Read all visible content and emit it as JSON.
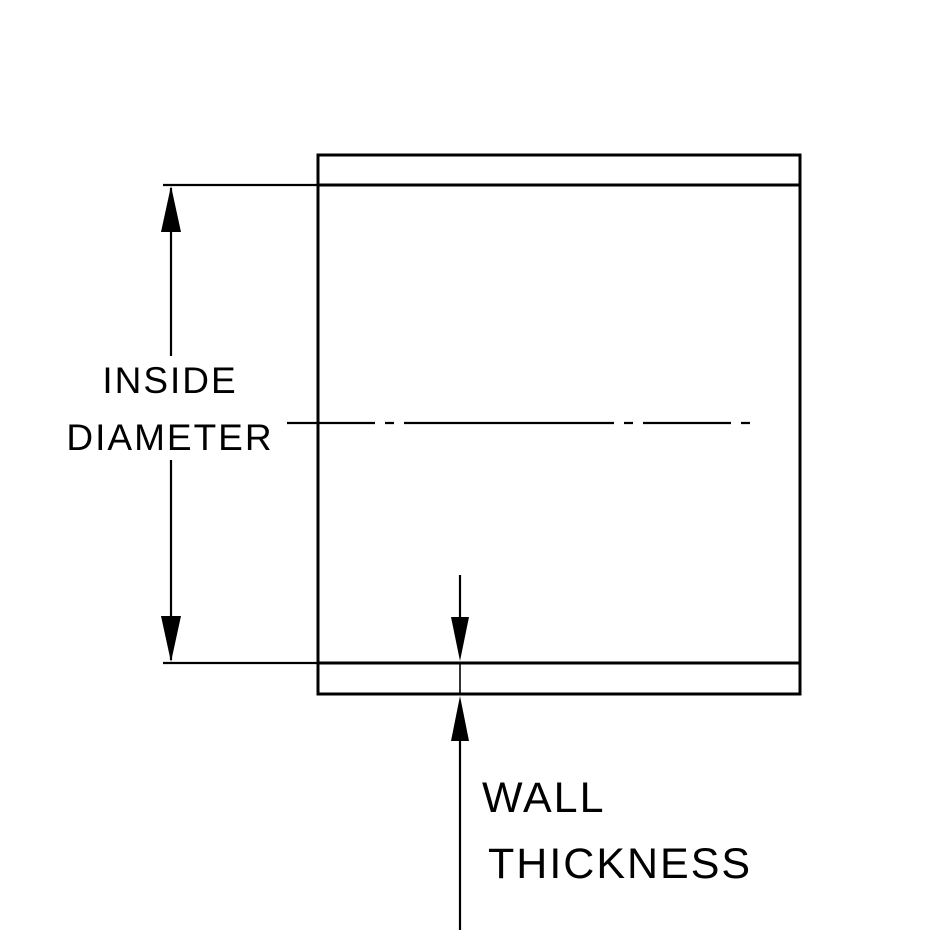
{
  "diagram": {
    "colors": {
      "line": "#000000",
      "background": "#ffffff"
    },
    "labels": {
      "inside_diameter_line1": "INSIDE",
      "inside_diameter_line2": "DIAMETER",
      "wall_thickness_line1": "WALL",
      "wall_thickness_line2": "THICKNESS"
    }
  }
}
